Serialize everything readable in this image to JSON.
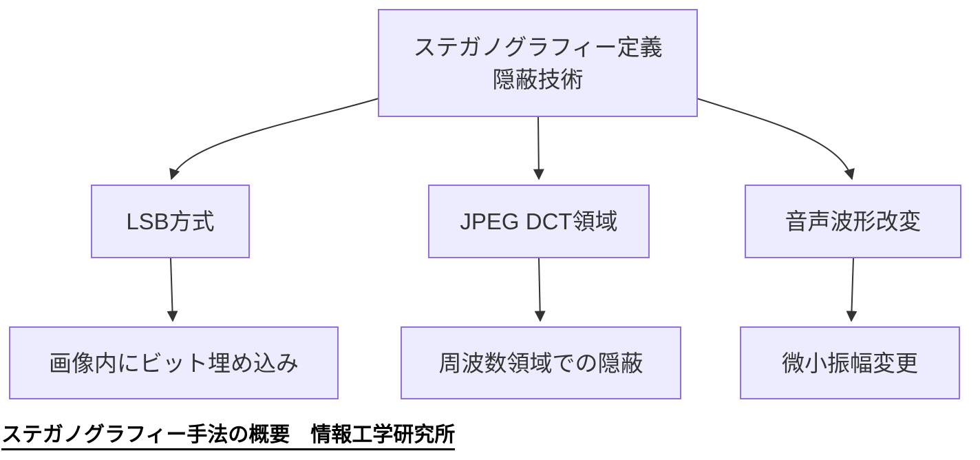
{
  "diagram": {
    "type": "flowchart",
    "direction": "top-down",
    "nodes": {
      "root": {
        "label": "ステガノグラフィー定義\n隠蔽技術"
      },
      "lsb": {
        "label": "LSB方式"
      },
      "jpeg": {
        "label": "JPEG DCT領域"
      },
      "audio": {
        "label": "音声波形改変"
      },
      "lsb_detail": {
        "label": "画像内にビット埋め込み"
      },
      "jpeg_detail": {
        "label": "周波数領域での隠蔽"
      },
      "audio_detail": {
        "label": "微小振幅変更"
      }
    },
    "edges": [
      {
        "from": "root",
        "to": "lsb"
      },
      {
        "from": "root",
        "to": "jpeg"
      },
      {
        "from": "root",
        "to": "audio"
      },
      {
        "from": "lsb",
        "to": "lsb_detail"
      },
      {
        "from": "jpeg",
        "to": "jpeg_detail"
      },
      {
        "from": "audio",
        "to": "audio_detail"
      }
    ],
    "caption": "ステガノグラフィー手法の概要　情報工学研究所"
  },
  "colors": {
    "node_fill": "#ECECFF",
    "node_border": "#9370DB",
    "edge": "#333333",
    "node_text": "#333333",
    "caption_text": "#000000"
  }
}
